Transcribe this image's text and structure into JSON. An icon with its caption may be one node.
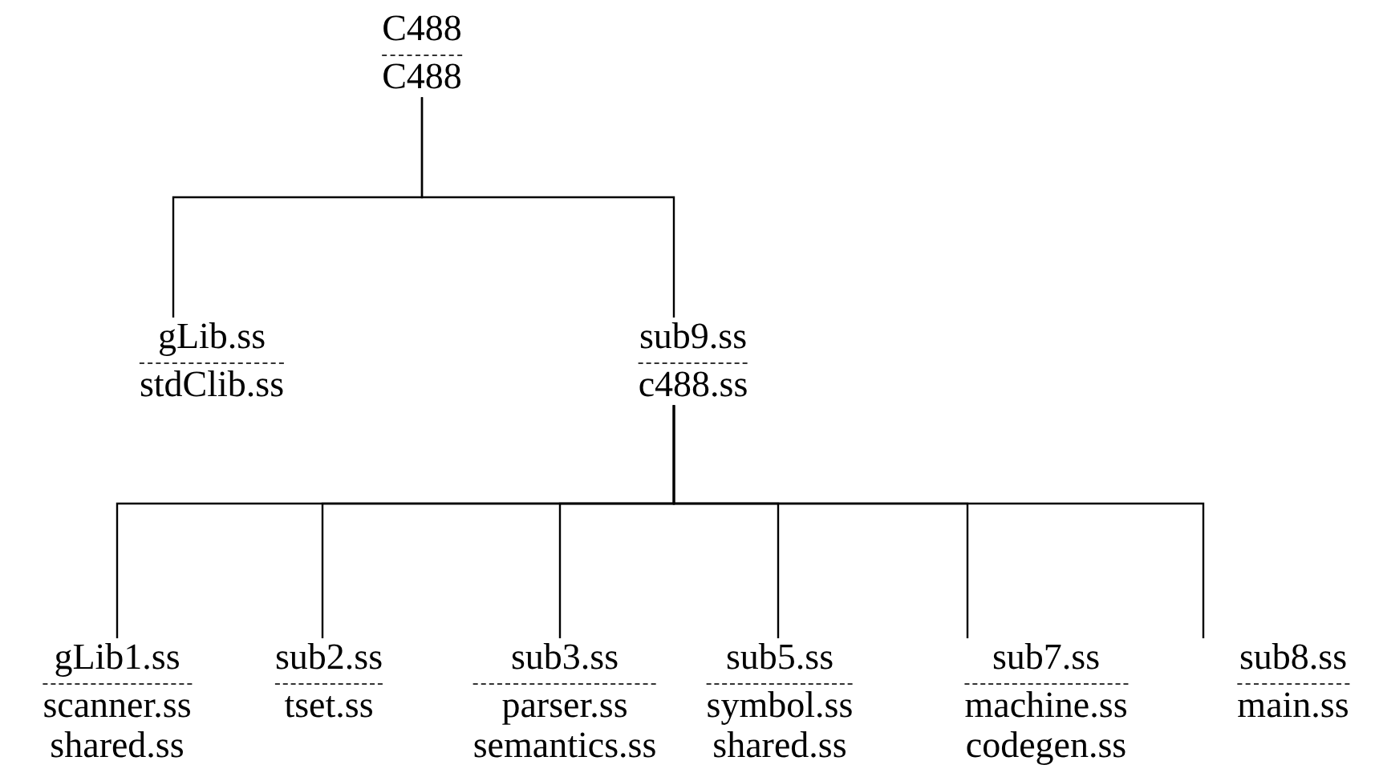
{
  "diagram": {
    "nodes": [
      {
        "text": [
          "C488",
          "C488"
        ]
      },
      {
        "text": [
          "gLib.ss",
          "stdClib.ss"
        ]
      },
      {
        "text": [
          "sub9.ss",
          "c488.ss"
        ]
      },
      {
        "text": [
          "gLib1.ss",
          "scanner.ss",
          "shared.ss"
        ]
      },
      {
        "text": [
          "sub2.ss",
          "tset.ss"
        ]
      },
      {
        "text": [
          "sub3.ss",
          "parser.ss",
          "semantics.ss"
        ]
      },
      {
        "text": [
          "sub5.ss",
          "symbol.ss",
          "shared.ss"
        ]
      },
      {
        "text": [
          "sub7.ss",
          "machine.ss",
          "codegen.ss"
        ]
      },
      {
        "text": [
          "sub8.ss",
          "main.ss"
        ]
      }
    ],
    "edges": [
      {
        "from": 0,
        "to": 1,
        "arrow": "none"
      },
      {
        "from": 0,
        "to": 2,
        "arrow": "none"
      },
      {
        "from": 2,
        "to": 3,
        "arrow": "none"
      },
      {
        "from": 2,
        "to": 4,
        "arrow": "none"
      },
      {
        "from": 2,
        "to": 5,
        "arrow": "none"
      },
      {
        "from": 2,
        "to": 6,
        "arrow": "none"
      },
      {
        "from": 2,
        "to": 7,
        "arrow": "none"
      },
      {
        "from": 2,
        "to": 8,
        "arrow": "none"
      }
    ]
  }
}
